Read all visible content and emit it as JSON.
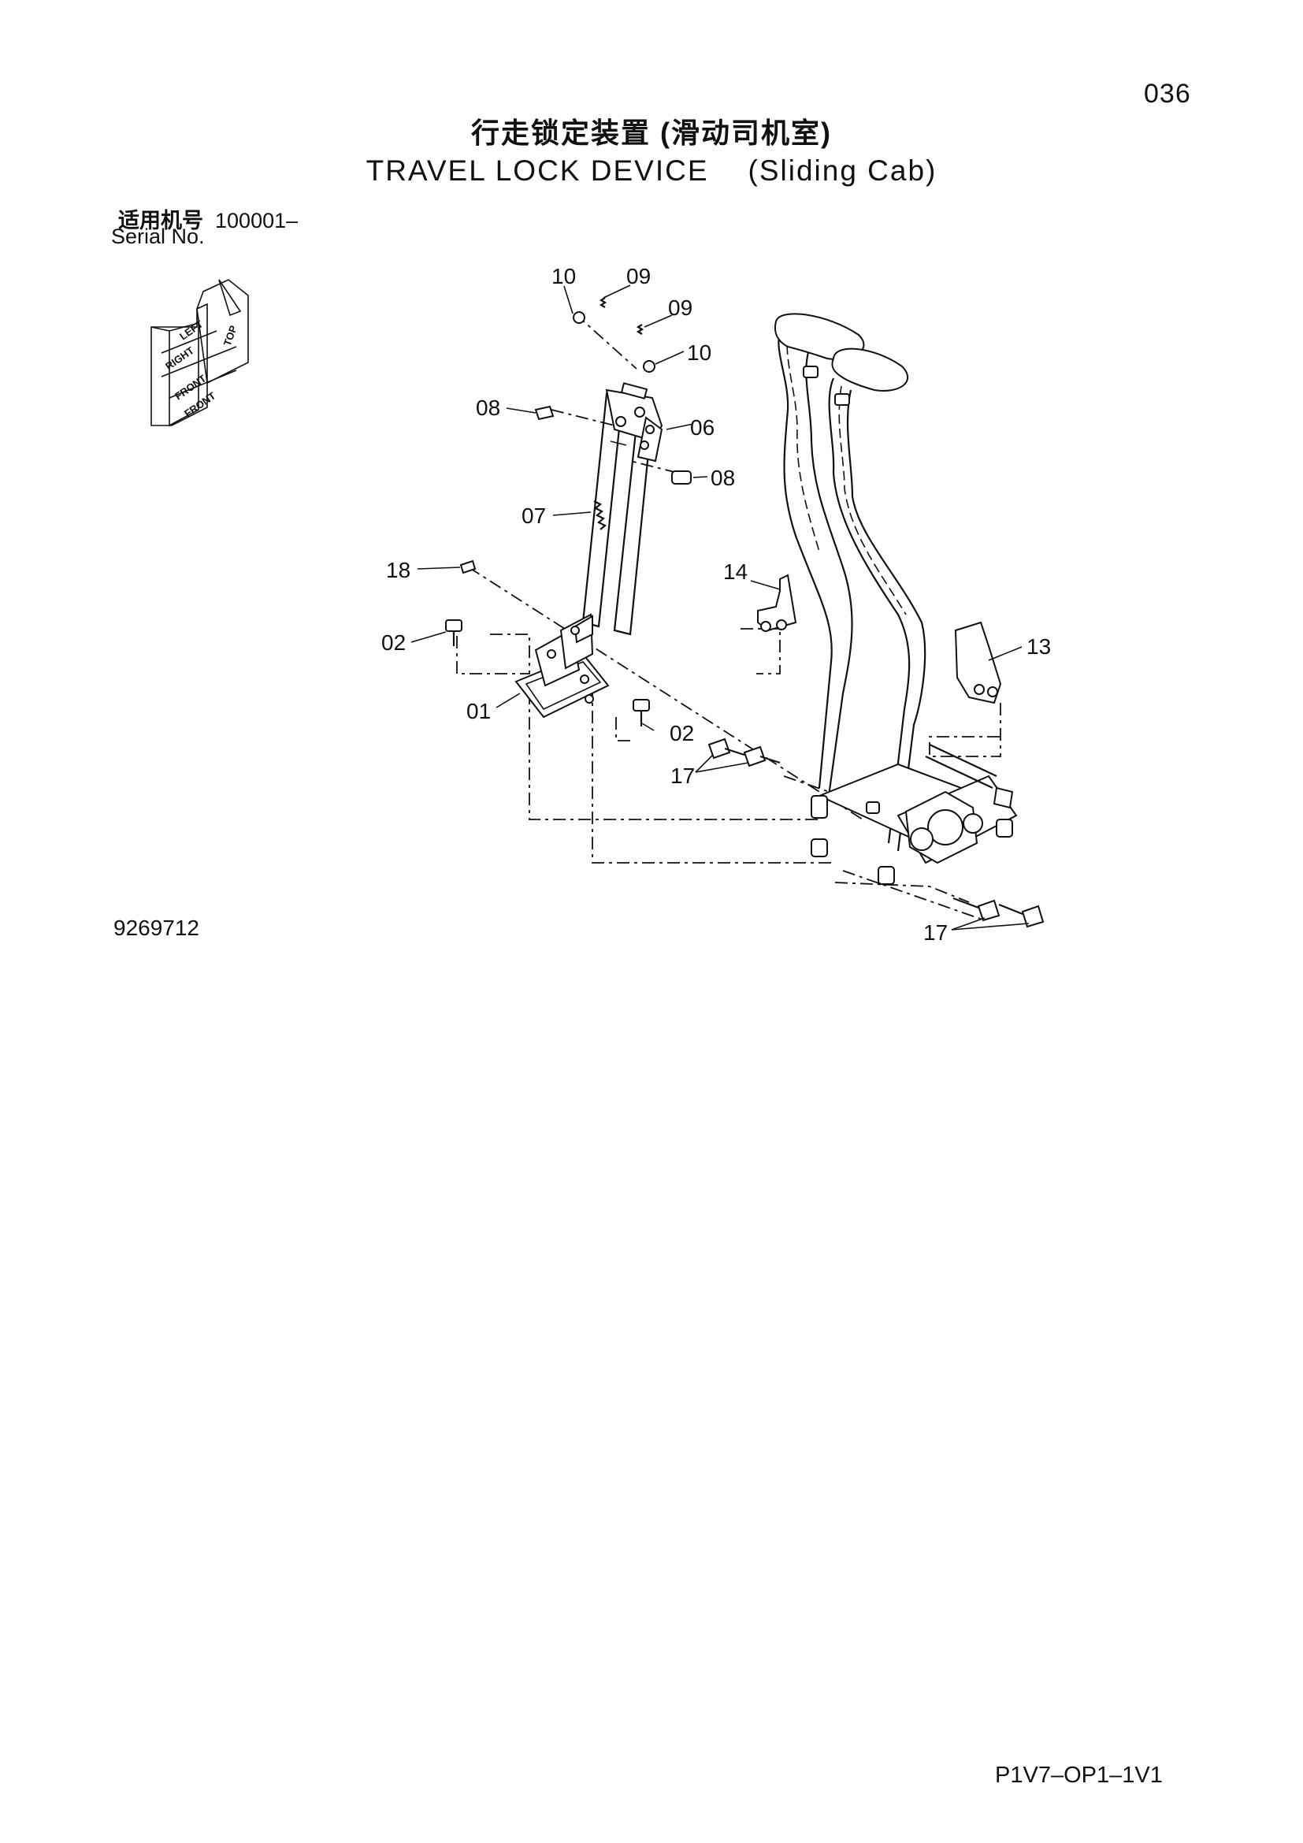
{
  "header": {
    "page_number": "036",
    "title_cn": "行走锁定装置 (滑动司机室)",
    "title_en_main": "TRAVEL LOCK DEVICE",
    "title_en_sub": "(Sliding Cab)"
  },
  "serial": {
    "label_cn": "适用机号",
    "number": "100001–",
    "label_en": "Serial No."
  },
  "orientation": {
    "left": "LEFT",
    "right": "RIGHT",
    "front": "FRONT",
    "top": "TOP"
  },
  "callouts": {
    "c10a": "10",
    "c09a": "09",
    "c09b": "09",
    "c10b": "10",
    "c08a": "08",
    "c06": "06",
    "c08b": "08",
    "c07": "07",
    "c18": "18",
    "c14": "14",
    "c13": "13",
    "c02a": "02",
    "c01": "01",
    "c02b": "02",
    "c17a": "17",
    "c17b": "17"
  },
  "footer": {
    "drawing_number": "9269712",
    "page_code": "P1V7–OP1–1V1"
  }
}
